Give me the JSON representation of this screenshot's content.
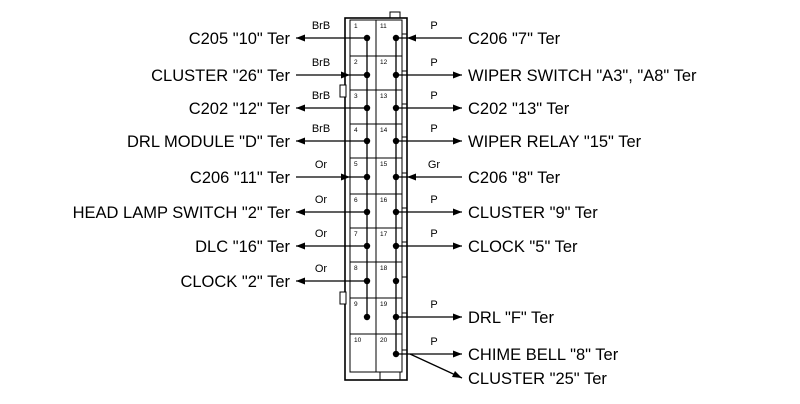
{
  "connector": {
    "left_pins": [
      "1",
      "2",
      "3",
      "4",
      "5",
      "6",
      "7",
      "8",
      "9",
      "10"
    ],
    "right_pins": [
      "11",
      "12",
      "13",
      "14",
      "15",
      "16",
      "17",
      "18",
      "19",
      "20"
    ]
  },
  "left_circuits": [
    {
      "label": "C205 \"10\" Ter",
      "wire": "BrB",
      "direction": "out"
    },
    {
      "label": "CLUSTER \"26\" Ter",
      "wire": "BrB",
      "direction": "in"
    },
    {
      "label": "C202 \"12\" Ter",
      "wire": "BrB",
      "direction": "out"
    },
    {
      "label": "DRL MODULE \"D\" Ter",
      "wire": "BrB",
      "direction": "out"
    },
    {
      "label": "C206 \"11\" Ter",
      "wire": "Or",
      "direction": "in"
    },
    {
      "label": "HEAD LAMP SWITCH \"2\" Ter",
      "wire": "Or",
      "direction": "out"
    },
    {
      "label": "DLC \"16\" Ter",
      "wire": "Or",
      "direction": "out"
    },
    {
      "label": "CLOCK \"2\" Ter",
      "wire": "Or",
      "direction": "out"
    }
  ],
  "right_circuits": [
    {
      "label": "C206 \"7\" Ter",
      "wire": "P",
      "direction": "in"
    },
    {
      "label": "WIPER SWITCH \"A3\", \"A8\" Ter",
      "wire": "P",
      "direction": "out"
    },
    {
      "label": "C202 \"13\" Ter",
      "wire": "P",
      "direction": "out"
    },
    {
      "label": "WIPER RELAY \"15\" Ter",
      "wire": "P",
      "direction": "out"
    },
    {
      "label": "C206 \"8\" Ter",
      "wire": "Gr",
      "direction": "in"
    },
    {
      "label": "CLUSTER \"9\" Ter",
      "wire": "P",
      "direction": "out"
    },
    {
      "label": "CLOCK \"5\" Ter",
      "wire": "P",
      "direction": "out"
    },
    {
      "label": "DRL \"F\" Ter",
      "wire": "P",
      "direction": "out"
    },
    {
      "label": "CHIME BELL \"8\" Ter",
      "wire": "P",
      "direction": "out"
    },
    {
      "label": "CLUSTER \"25\" Ter",
      "wire": "",
      "direction": "out"
    }
  ]
}
